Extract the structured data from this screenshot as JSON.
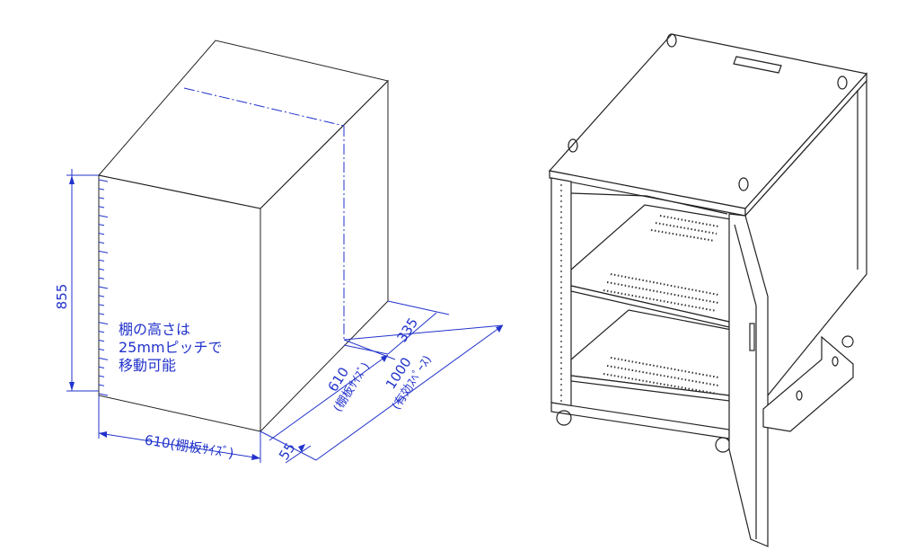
{
  "dimensions": {
    "height": "855",
    "width_front": "610(棚板ｻｲｽﾞ)",
    "front_offset": "55",
    "depth_shelf": "610",
    "depth_shelf_sub": "(棚板ｻｲｽﾞ)",
    "depth_effective": "1000",
    "depth_effective_sub": "(有効ｽﾍﾟｰｽ)",
    "rear_offset": "335"
  },
  "note": {
    "line1": "棚の高さは",
    "line2": "25mmピッチで",
    "line3": "移動可能"
  },
  "colors": {
    "dimension": "#2233cc",
    "outline": "#222222"
  }
}
